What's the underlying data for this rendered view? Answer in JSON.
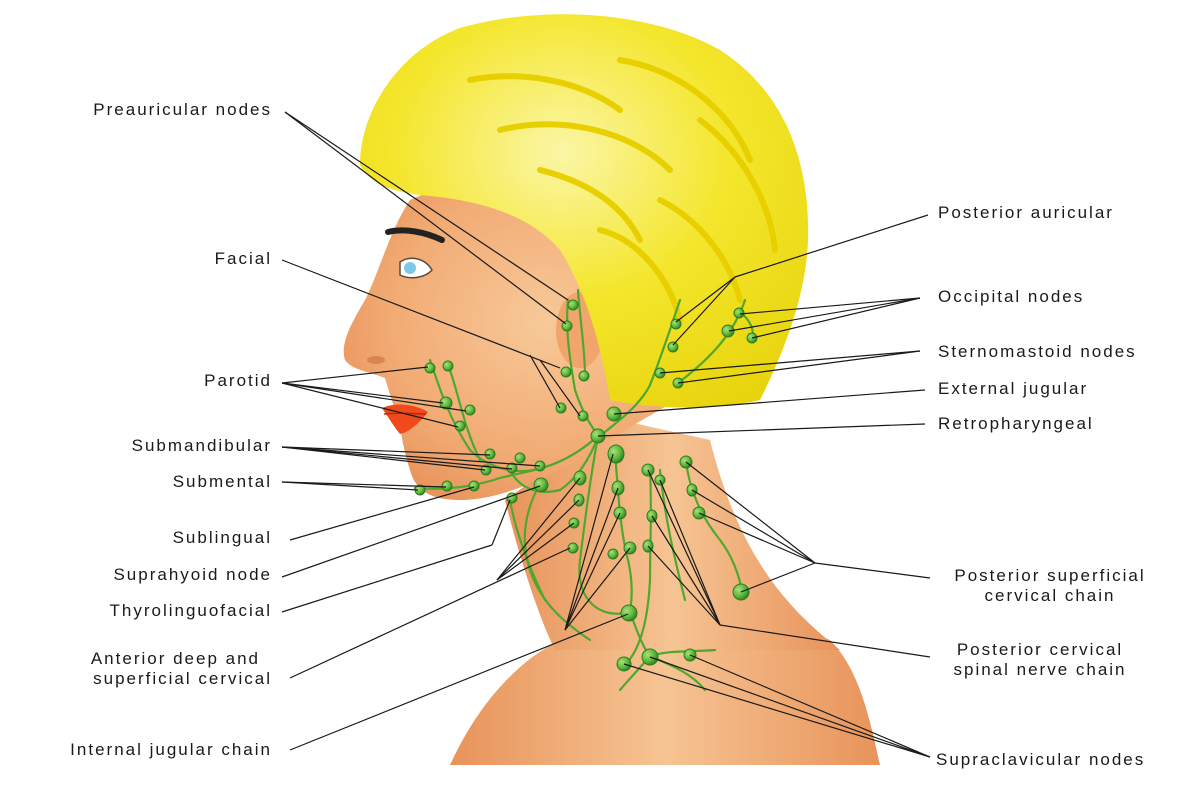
{
  "labels": {
    "preauricular": "Preauricular nodes",
    "facial": "Facial",
    "parotid": "Parotid",
    "submandibular": "Submandibular",
    "submental": "Submental",
    "sublingual": "Sublingual",
    "suprahyoid": "Suprahyoid node",
    "thyrolinguofacial": "Thyrolinguofacial",
    "anterior_deep_1": "Anterior deep and",
    "anterior_deep_2": "superficial cervical",
    "internal_jugular": "Internal jugular chain",
    "posterior_auricular": "Posterior auricular",
    "occipital": "Occipital nodes",
    "sternomastoid": "Sternomastoid nodes",
    "external_jugular": "External jugular",
    "retropharyngeal": "Retropharyngeal",
    "post_superficial_1": "Posterior superficial",
    "post_superficial_2": "cervical chain",
    "post_cervical_1": "Posterior cervical",
    "post_cervical_2": "spinal nerve chain",
    "supraclavicular": "Supraclavicular nodes"
  },
  "colors": {
    "hair": "#f2e21a",
    "skin": "#f4b47e",
    "skin_dark": "#e8935a",
    "lymph": "#5cb83a",
    "lymph_dark": "#2f7d20",
    "lips": "#f04a1c",
    "eye": "#7ec8e8",
    "leader": "#1a1a1a"
  }
}
